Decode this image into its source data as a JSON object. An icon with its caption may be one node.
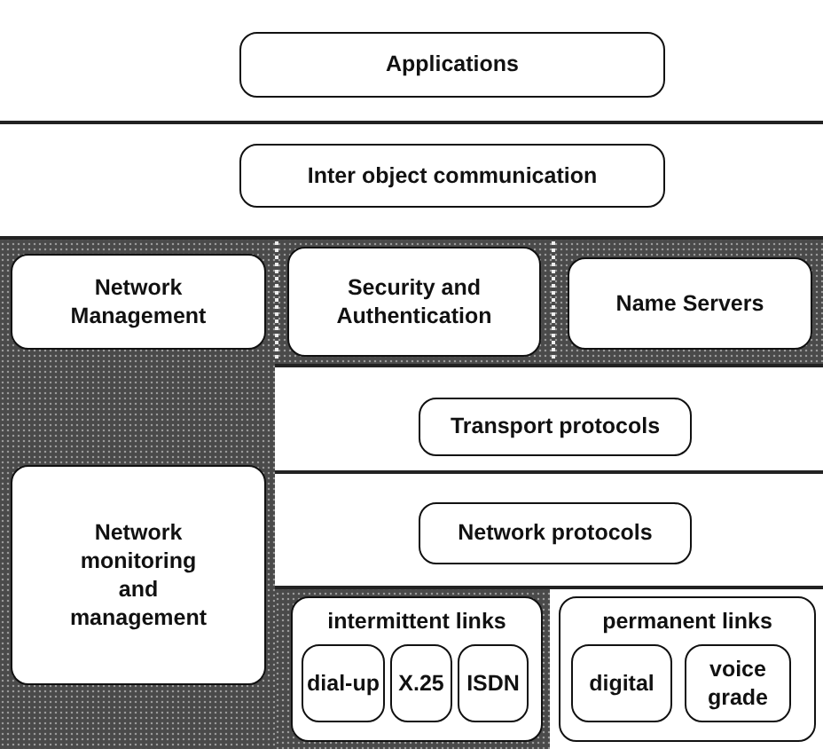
{
  "diagram": {
    "nodes": [
      {
        "text": [
          "Applications"
        ]
      },
      {
        "text": [
          "Inter object communication"
        ]
      },
      {
        "text": [
          "Network Management"
        ]
      },
      {
        "text": [
          "Security and Authentication"
        ]
      },
      {
        "text": [
          "Name Servers"
        ]
      },
      {
        "text": [
          "Network monitoring and management"
        ]
      },
      {
        "text": [
          "Transport protocols"
        ]
      },
      {
        "text": [
          "Network protocols"
        ]
      },
      {
        "text": [
          "intermittent links"
        ]
      },
      {
        "text": [
          "dial-up"
        ],
        "in": 8
      },
      {
        "text": [
          "X.25"
        ],
        "in": 8
      },
      {
        "text": [
          "ISDN"
        ],
        "in": 8
      },
      {
        "text": [
          "permanent links"
        ]
      },
      {
        "text": [
          "digital"
        ],
        "in": 12
      },
      {
        "text": [
          "voice grade"
        ],
        "in": 12
      }
    ]
  }
}
